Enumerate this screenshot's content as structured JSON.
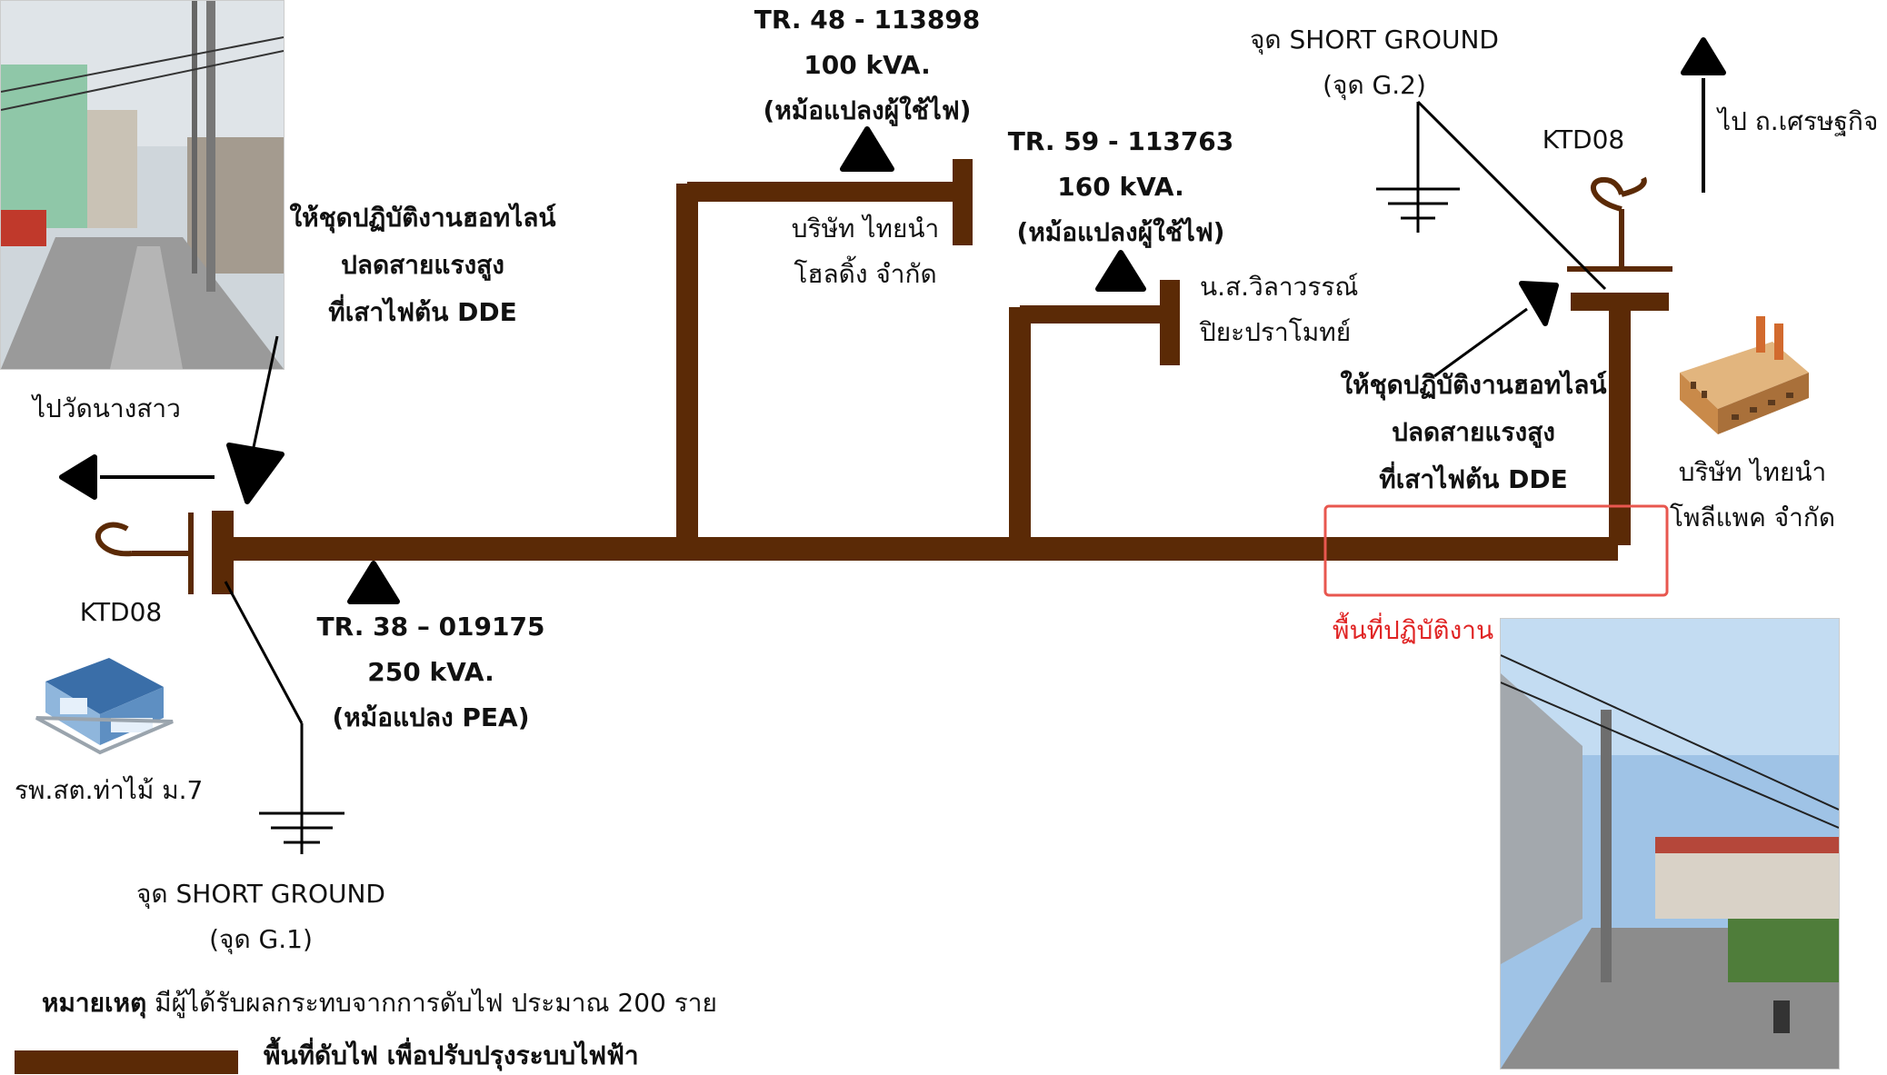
{
  "colors": {
    "line": "#5b2a06",
    "symbol": "#000000",
    "work_area": "#e02424",
    "background": "#ffffff"
  },
  "transformers": [
    {
      "id": "TR. 48 - 113898",
      "rating": "100 kVA.",
      "type": "(หม้อแปลงผู้ใช้ไฟ)"
    },
    {
      "id": "TR. 59 - 113763",
      "rating": "160 kVA.",
      "type": "(หม้อแปลงผู้ใช้ไฟ)"
    },
    {
      "id": "TR. 38 – 019175",
      "rating": "250 kVA.",
      "type": "(หม้อแปลง PEA)"
    }
  ],
  "customers": [
    {
      "line1": "บริษัท ไทยนำ",
      "line2": "โฮลดิ้ง จำกัด"
    },
    {
      "line1": "น.ส.วิลาวรรณ์",
      "line2": "ปิยะปราโมทย์"
    },
    {
      "line1": "บริษัท ไทยนำ",
      "line2": "โพลีแพค จำกัด"
    }
  ],
  "instructions": {
    "left": [
      "ให้ชุดปฏิบัติงานฮอทไลน์",
      "ปลดสายแรงสูง",
      "ที่เสาไฟต้น DDE"
    ],
    "right": [
      "ให้ชุดปฏิบัติงานฮอทไลน์",
      "ปลดสายแรงสูง",
      "ที่เสาไฟต้น DDE"
    ]
  },
  "switches": {
    "left": "KTD08",
    "right": "KTD08"
  },
  "short_grounds": [
    {
      "title": "จุด SHORT GROUND",
      "code": "(จุด G.1)"
    },
    {
      "title": "จุด SHORT GROUND",
      "code": "(จุด G.2)"
    }
  ],
  "directions": {
    "left": "ไปวัดนางสาว",
    "right": "ไป ถ.เศรษฐกิจ"
  },
  "facility": {
    "name": "รพ.สต.ท่าไม้ ม.7"
  },
  "work_area_label": "พื้นที่ปฏิบัติงาน",
  "note": {
    "prefix": "หมายเหตุ",
    "text": " มีผู้ได้รับผลกระทบจากการดับไฟ ประมาณ 200 ราย"
  },
  "legend": {
    "label": "พื้นที่ดับไฟ เพื่อปรับปรุงระบบไฟฟ้า"
  }
}
